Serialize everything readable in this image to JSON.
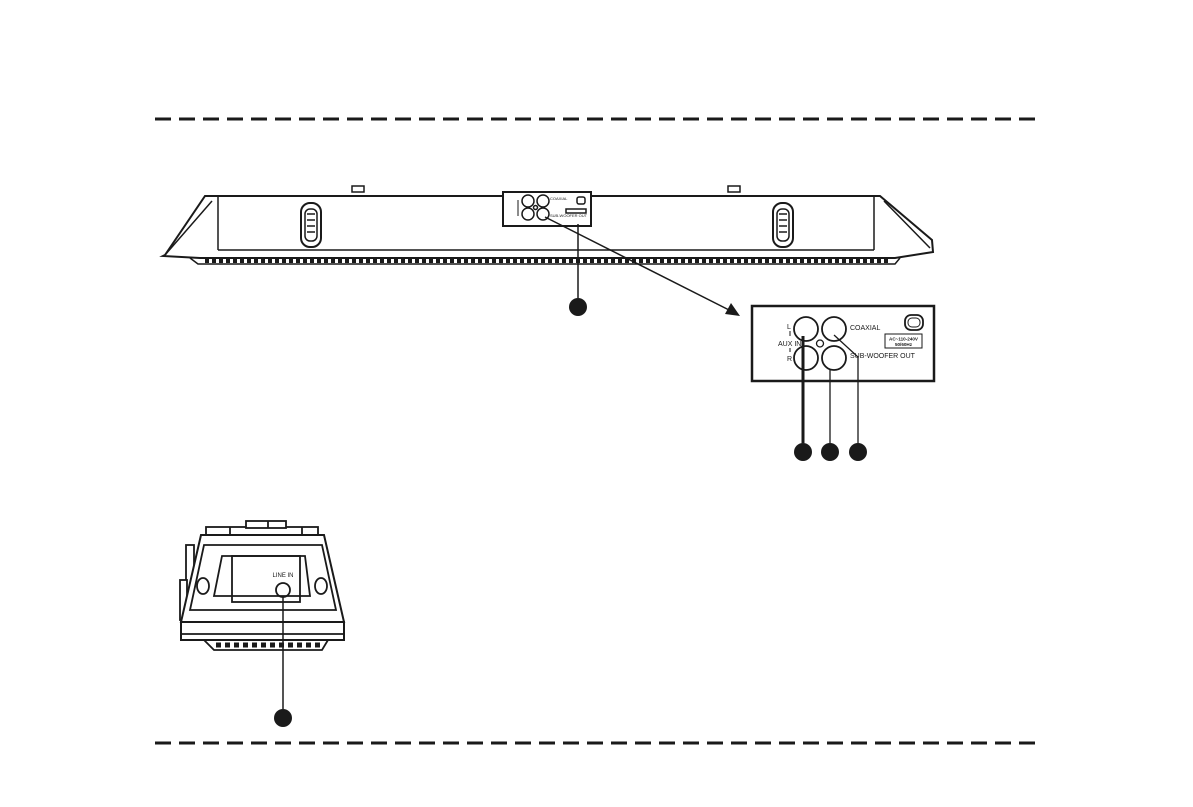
{
  "labels": {
    "coaxial_small": "COAXIAL",
    "subwoofer_out_small": "SUB-WOOFER OUT",
    "aux_l": "L",
    "aux_in": "AUX IN",
    "aux_r": "R",
    "coaxial": "COAXIAL",
    "subwoofer_out": "SUB-WOOFER OUT",
    "ac_rating_line1": "AC~110-240V",
    "ac_rating_line2": "50/60Hz",
    "line_in": "LINE IN"
  },
  "colors": {
    "ink": "#1a1a1a",
    "paper": "#ffffff"
  }
}
